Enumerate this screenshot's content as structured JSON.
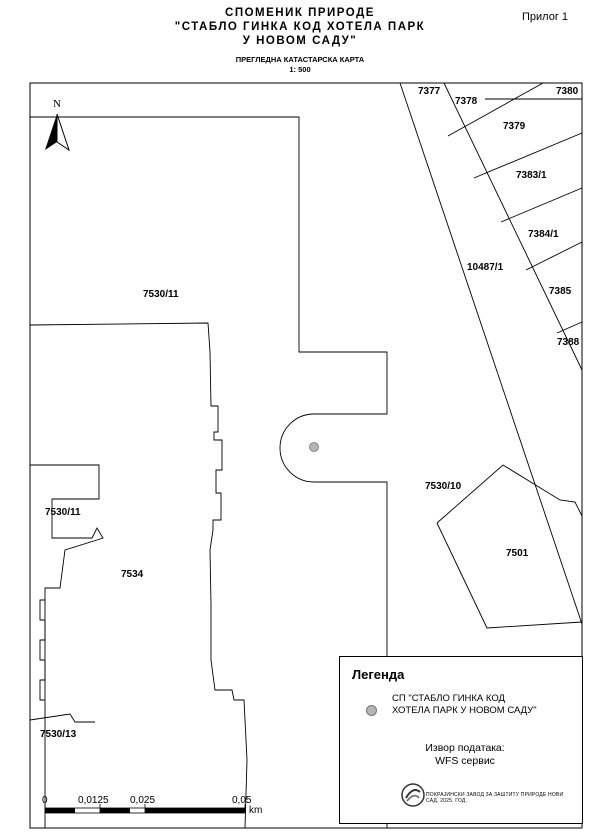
{
  "header": {
    "annex": "Прилог 1",
    "title_line1": "СПОМЕНИК ПРИРОДЕ",
    "title_line2": "\"СТАБЛО ГИНКА КОД ХОТЕЛА ПАРК",
    "title_line3": "У НОВОМ САДУ\"",
    "subtitle": "ПРЕГЛЕДНА КАТАСТАРСКА КАРТА",
    "scale": "1: 500"
  },
  "map": {
    "north_label": "N",
    "parcels": [
      {
        "id": "7377",
        "label": "7377"
      },
      {
        "id": "7378",
        "label": "7378"
      },
      {
        "id": "7380",
        "label": "7380"
      },
      {
        "id": "7379",
        "label": "7379"
      },
      {
        "id": "7383-1",
        "label": "7383/1"
      },
      {
        "id": "7384-1",
        "label": "7384/1"
      },
      {
        "id": "10487-1",
        "label": "10487/1"
      },
      {
        "id": "7385",
        "label": "7385"
      },
      {
        "id": "7388",
        "label": "7388"
      },
      {
        "id": "7530-11-a",
        "label": "7530/11"
      },
      {
        "id": "7530-11-b",
        "label": "7530/11"
      },
      {
        "id": "7530-10",
        "label": "7530/10"
      },
      {
        "id": "7501",
        "label": "7501"
      },
      {
        "id": "7534",
        "label": "7534"
      },
      {
        "id": "7530-13",
        "label": "7530/13"
      }
    ],
    "colors": {
      "tree_point": "#b5b5b5",
      "lines": "#000000"
    }
  },
  "legend": {
    "title": "Легенда",
    "item_label": "СП \"СТАБЛО ГИНКА КОД ХОТЕЛА ПАРК У НОВОМ САДУ\"",
    "source_label": "Извор податакa:",
    "source_value": "WFS сервис",
    "institution": "ПОКРАЈИНСКИ ЗАВОД ЗА ЗАШТИТУ ПРИРОДЕ НОВИ САД, 2025. ГОД."
  },
  "scalebar": {
    "ticks": [
      "0",
      "0,0125",
      "0,025",
      "0,05"
    ],
    "unit": "km"
  }
}
